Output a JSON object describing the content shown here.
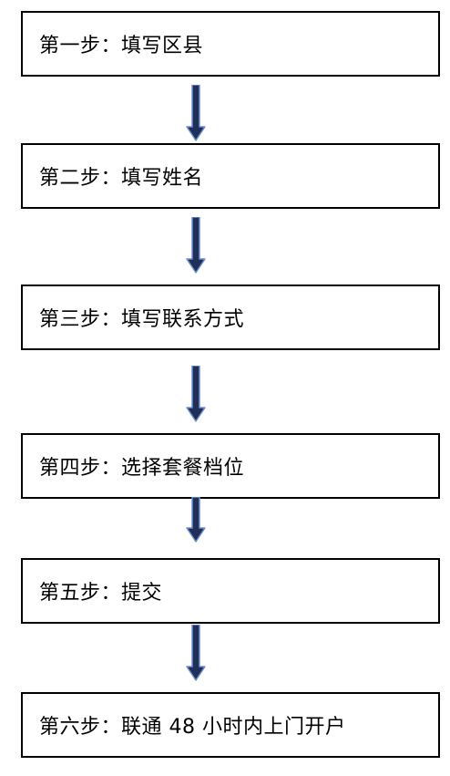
{
  "flowchart": {
    "steps": [
      {
        "label": "第一步：填写区县"
      },
      {
        "label": "第二步：填写姓名"
      },
      {
        "label": "第三步：填写联系方式"
      },
      {
        "label": "第四步：选择套餐档位"
      },
      {
        "label": "第五步：提交"
      },
      {
        "label": "第六步：联通 48 小时内上门开户"
      }
    ]
  },
  "colors": {
    "box_border": "#000000",
    "box_fill": "#ffffff",
    "text": "#000000",
    "arrow_fill": "#1f2f57",
    "arrow_outline": "#6f8fd6"
  },
  "icons": {
    "connector": "down-arrow-icon"
  }
}
